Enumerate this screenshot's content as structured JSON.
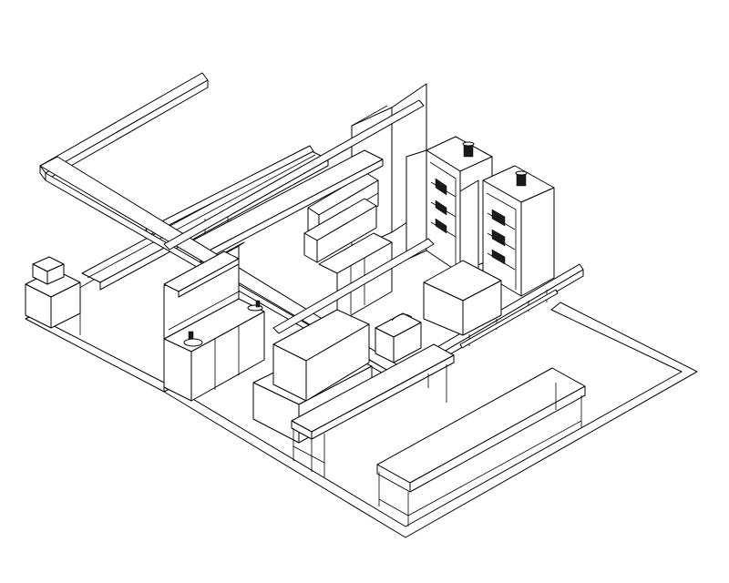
{
  "drawing": {
    "stroke_color": "#000000",
    "background_color": "#ffffff",
    "style": "isometric line drawing"
  },
  "components": [
    "floor-outline",
    "ceiling-duct-frame",
    "back-wall-sinks",
    "wall-shelves",
    "partition-panels",
    "storage-racks",
    "cart-island",
    "prep-table-front",
    "prep-table-right",
    "sink-counter-left",
    "small-appliance",
    "trolley"
  ]
}
